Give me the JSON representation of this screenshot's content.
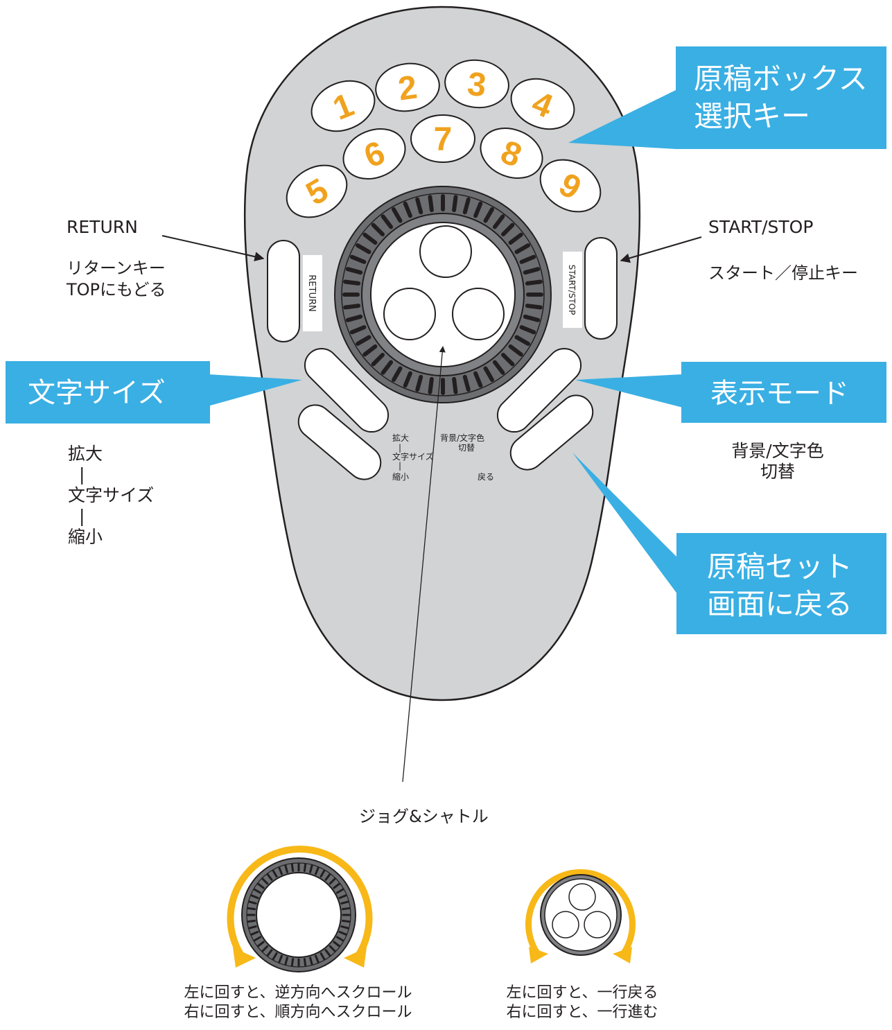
{
  "device": {
    "number_keys": [
      "1",
      "2",
      "3",
      "4",
      "5",
      "6",
      "7",
      "8",
      "9"
    ],
    "return_key_label": "RETURN",
    "start_stop_key_label": "START/STOP",
    "panel_text": {
      "zoom_in": "拡大",
      "size_bar1": "|",
      "text_size": "文字サイズ",
      "size_bar2": "|",
      "zoom_out": "縮小",
      "bg_color_line1": "背景/文字色",
      "bg_color_line2": "切替",
      "back": "戻る"
    }
  },
  "callouts": {
    "doc_box_keys": [
      "原稿ボックス",
      "選択キー"
    ],
    "text_size": "文字サイズ",
    "display_mode": "表示モード",
    "return_to_setup": [
      "原稿セット",
      "画面に戻る"
    ]
  },
  "labels": {
    "return_title": "RETURN",
    "return_desc": [
      "リターンキー",
      "TOPにもどる"
    ],
    "start_stop_title": "START/STOP",
    "start_stop_desc": "スタート／停止キー",
    "text_size_desc": [
      "拡大",
      "|",
      "文字サイズ",
      "|",
      "縮小"
    ],
    "display_mode_desc": [
      "背景/文字色",
      "切替"
    ],
    "jog_shuttle": "ジョグ&シャトル"
  },
  "captions": {
    "shuttle": [
      "左に回すと、逆方向へスクロール",
      "右に回すと、順方向へスクロール"
    ],
    "jog": [
      "左に回すと、一行戻る",
      "右に回すと、一行進む"
    ]
  },
  "colors": {
    "callout_bg": "#3aafe3",
    "key_number": "#f0a21e",
    "device_body": "#d1d3d4",
    "arrow_yellow": "#f7b818",
    "ring_dark": "#6d6e71"
  }
}
